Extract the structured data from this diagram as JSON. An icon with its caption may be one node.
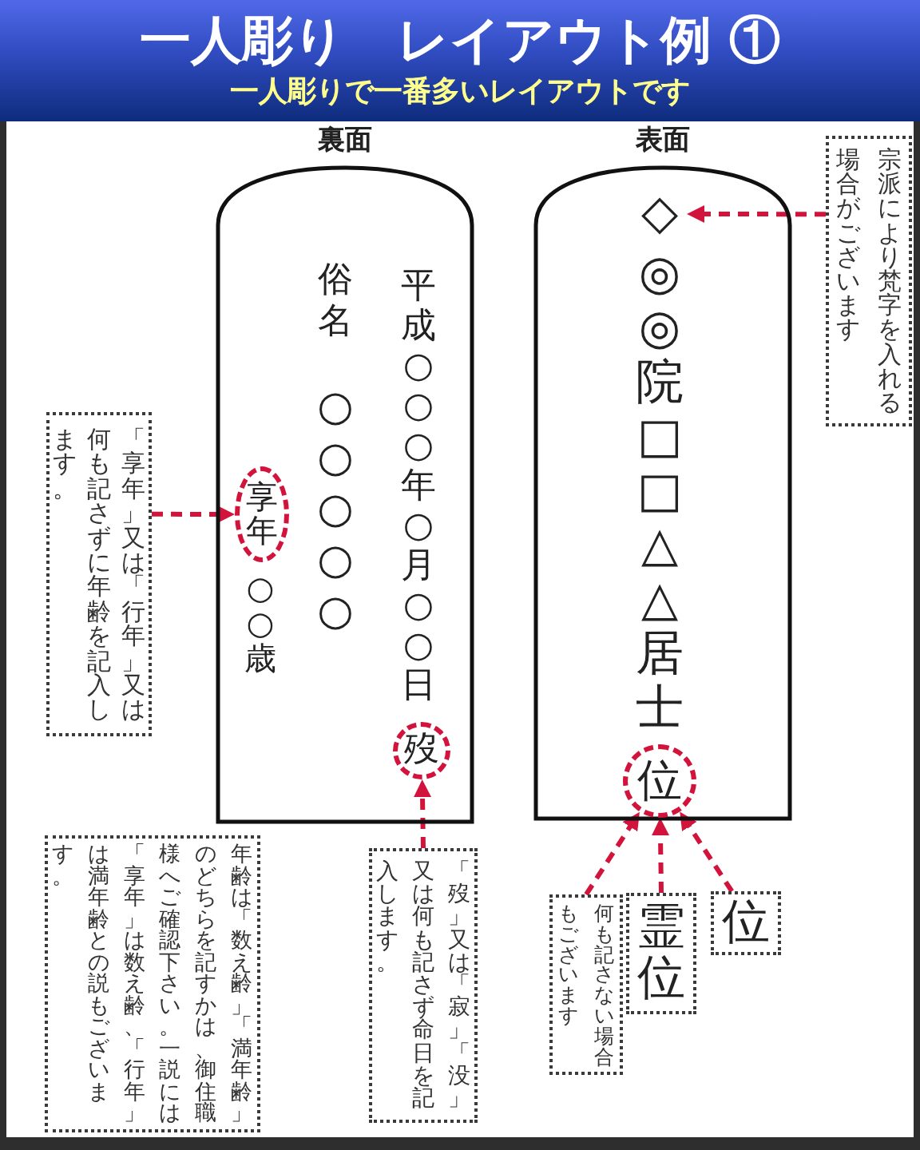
{
  "diagram": {
    "title": "一人彫り　レイアウト例 ①",
    "nodes": [
      {
        "text": [
          "裏面",
          "平成○○○年○月○○日",
          "俗名",
          "○○○○○",
          "○○歳"
        ]
      },
      {
        "text": [
          "享年"
        ],
        "in": 0
      },
      {
        "text": [
          "歿"
        ],
        "in": 0
      },
      {
        "text": [
          "表面",
          "◎◎院□□△△居士"
        ]
      },
      {
        "text": [
          "◇"
        ],
        "in": 3
      },
      {
        "text": [
          "位"
        ],
        "in": 3
      },
      {
        "text": [
          "「享年」又は「行年」又は何も記さずに年齢を記入します。"
        ]
      },
      {
        "text": [
          "年齢は「数え齢」「満年齢」のどちらを記すかは、御住職様へご確認下さい。一説には「享年」は数え齢、「行年」は満年齢との説もございます。"
        ]
      },
      {
        "text": [
          "「歿」又は「寂」「没」又は何も記さず命日を記入します。"
        ]
      },
      {
        "text": [
          "宗派により梵字を入れる場合がございます"
        ]
      },
      {
        "text": [
          "何も記さない場合もございます"
        ]
      },
      {
        "text": [
          "霊位"
        ]
      },
      {
        "text": [
          "位"
        ]
      }
    ],
    "edges": [
      {
        "from": 6,
        "to": 1,
        "arrow": "to",
        "style": "dashed",
        "color": "#d2143c"
      },
      {
        "from": 8,
        "to": 2,
        "arrow": "to",
        "style": "dashed",
        "color": "#d2143c"
      },
      {
        "from": 9,
        "to": 4,
        "arrow": "to",
        "style": "dashed",
        "color": "#d2143c"
      },
      {
        "from": 10,
        "to": 5,
        "arrow": "to",
        "style": "dashed",
        "color": "#d2143c"
      },
      {
        "from": 11,
        "to": 5,
        "arrow": "to",
        "style": "dashed",
        "color": "#d2143c"
      },
      {
        "from": 12,
        "to": 5,
        "arrow": "to",
        "style": "dashed",
        "color": "#d2143c"
      }
    ],
    "labels": [
      "一人彫りで一番多いレイアウトです"
    ]
  }
}
